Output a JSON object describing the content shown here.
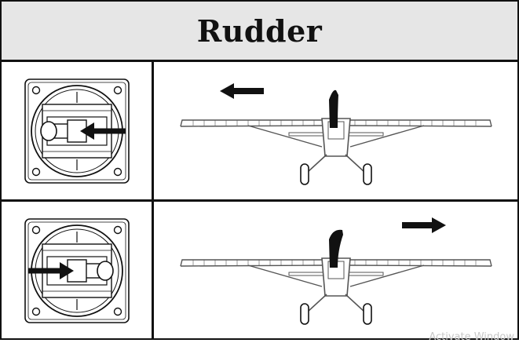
{
  "title": "Rudder",
  "watermark": "Activate Window",
  "rows": [
    {
      "stick_direction": "left",
      "plane_arrow_direction": "left",
      "tail_deflection": "left"
    },
    {
      "stick_direction": "right",
      "plane_arrow_direction": "right",
      "tail_deflection": "right"
    }
  ],
  "colors": {
    "ink": "#111111",
    "header_bg": "#e6e6e6",
    "line": "#555555"
  }
}
